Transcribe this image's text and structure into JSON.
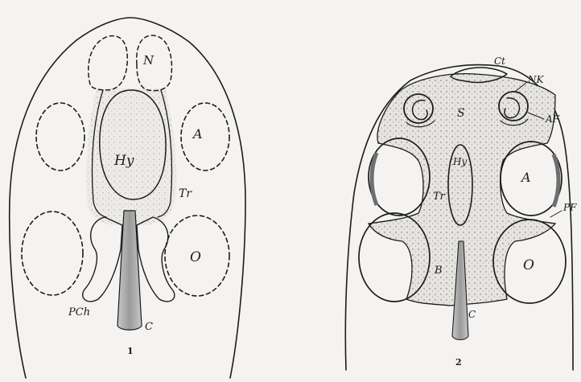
{
  "figures": [
    {
      "number": "1",
      "labels": {
        "nasal": "N",
        "eye": "A",
        "hypophysis": "Hy",
        "trabecula": "Tr",
        "ear": "O",
        "parachordal": "PCh",
        "chorda": "C"
      }
    },
    {
      "number": "2",
      "labels": {
        "cornu_trabeculae": "Ct",
        "nasal_capsule": "NK",
        "nasal_opening": "AF",
        "ethmoid": "S",
        "eye": "A",
        "hypophysis": "Hy",
        "trabecula": "Tr",
        "postorbital": "PF",
        "basal_plate": "B",
        "ear": "O",
        "chorda": "C"
      }
    }
  ],
  "colors": {
    "ink": "#1c1c1c",
    "paper": "#f4f3f1",
    "cartilage_stipple": "#dcdad6",
    "chorda_shade": "#9a9a9a"
  }
}
